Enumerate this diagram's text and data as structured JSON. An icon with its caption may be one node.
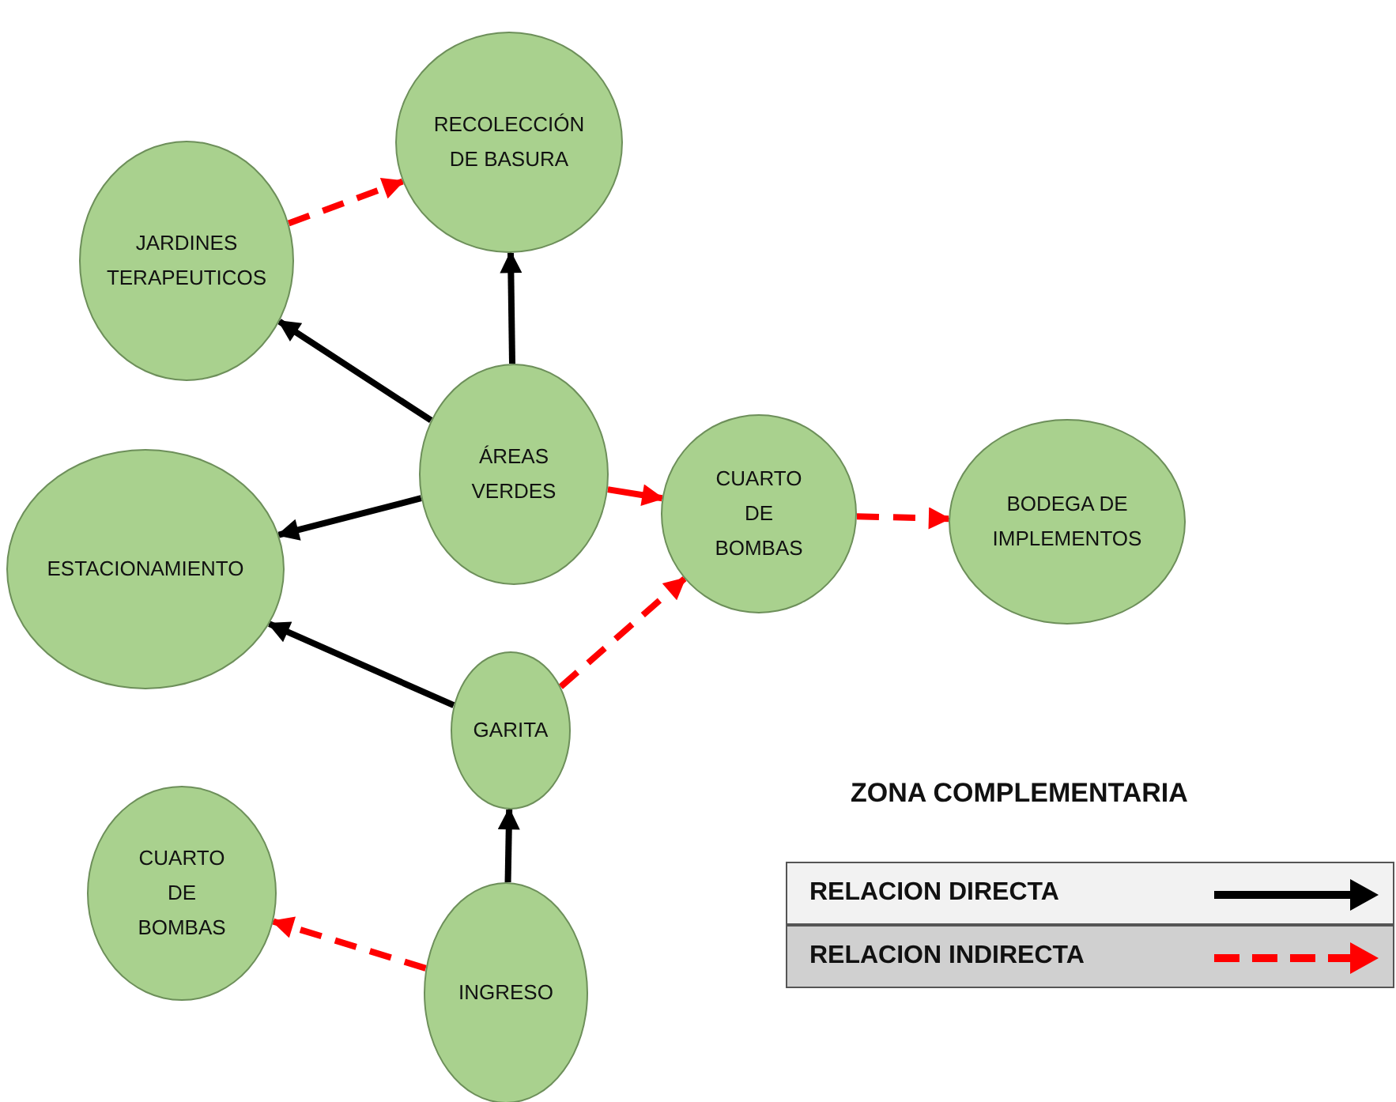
{
  "diagram": {
    "nodes": [
      {
        "text": [
          "RECOLECCIÓN DE BASURA"
        ]
      },
      {
        "text": [
          "JARDINES TERAPEUTICOS"
        ]
      },
      {
        "text": [
          "ÁREAS VERDES"
        ]
      },
      {
        "text": [
          "ESTACIONAMIENTO"
        ]
      },
      {
        "text": [
          "CUARTO DE BOMBAS"
        ]
      },
      {
        "text": [
          "BODEGA DE IMPLEMENTOS"
        ]
      },
      {
        "text": [
          "GARITA"
        ]
      },
      {
        "text": [
          "CUARTO DE BOMBAS"
        ]
      },
      {
        "text": [
          "INGRESO"
        ]
      }
    ],
    "edges": [
      {
        "from": 1,
        "to": 0,
        "arrow": "to",
        "style": "dashed",
        "color": "#ff0000"
      },
      {
        "from": 2,
        "to": 0,
        "arrow": "to",
        "color": "#000000"
      },
      {
        "from": 2,
        "to": 1,
        "arrow": "to",
        "color": "#000000"
      },
      {
        "from": 2,
        "to": 3,
        "arrow": "to",
        "color": "#000000"
      },
      {
        "from": 2,
        "to": 4,
        "arrow": "to",
        "color": "#ff0000"
      },
      {
        "from": 4,
        "to": 5,
        "arrow": "to",
        "style": "dashed",
        "color": "#ff0000"
      },
      {
        "from": 6,
        "to": 3,
        "arrow": "to",
        "color": "#000000"
      },
      {
        "from": 6,
        "to": 4,
        "arrow": "to",
        "style": "dashed",
        "color": "#ff0000"
      },
      {
        "from": 8,
        "to": 6,
        "arrow": "to",
        "color": "#000000"
      },
      {
        "from": 8,
        "to": 7,
        "arrow": "to",
        "style": "dashed",
        "color": "#ff0000"
      }
    ],
    "labels": [
      "ZONA COMPLEMENTARIA"
    ],
    "legend": [
      {
        "text": "RELACION DIRECTA"
      },
      {
        "text": "RELACION INDIRECTA"
      }
    ]
  }
}
